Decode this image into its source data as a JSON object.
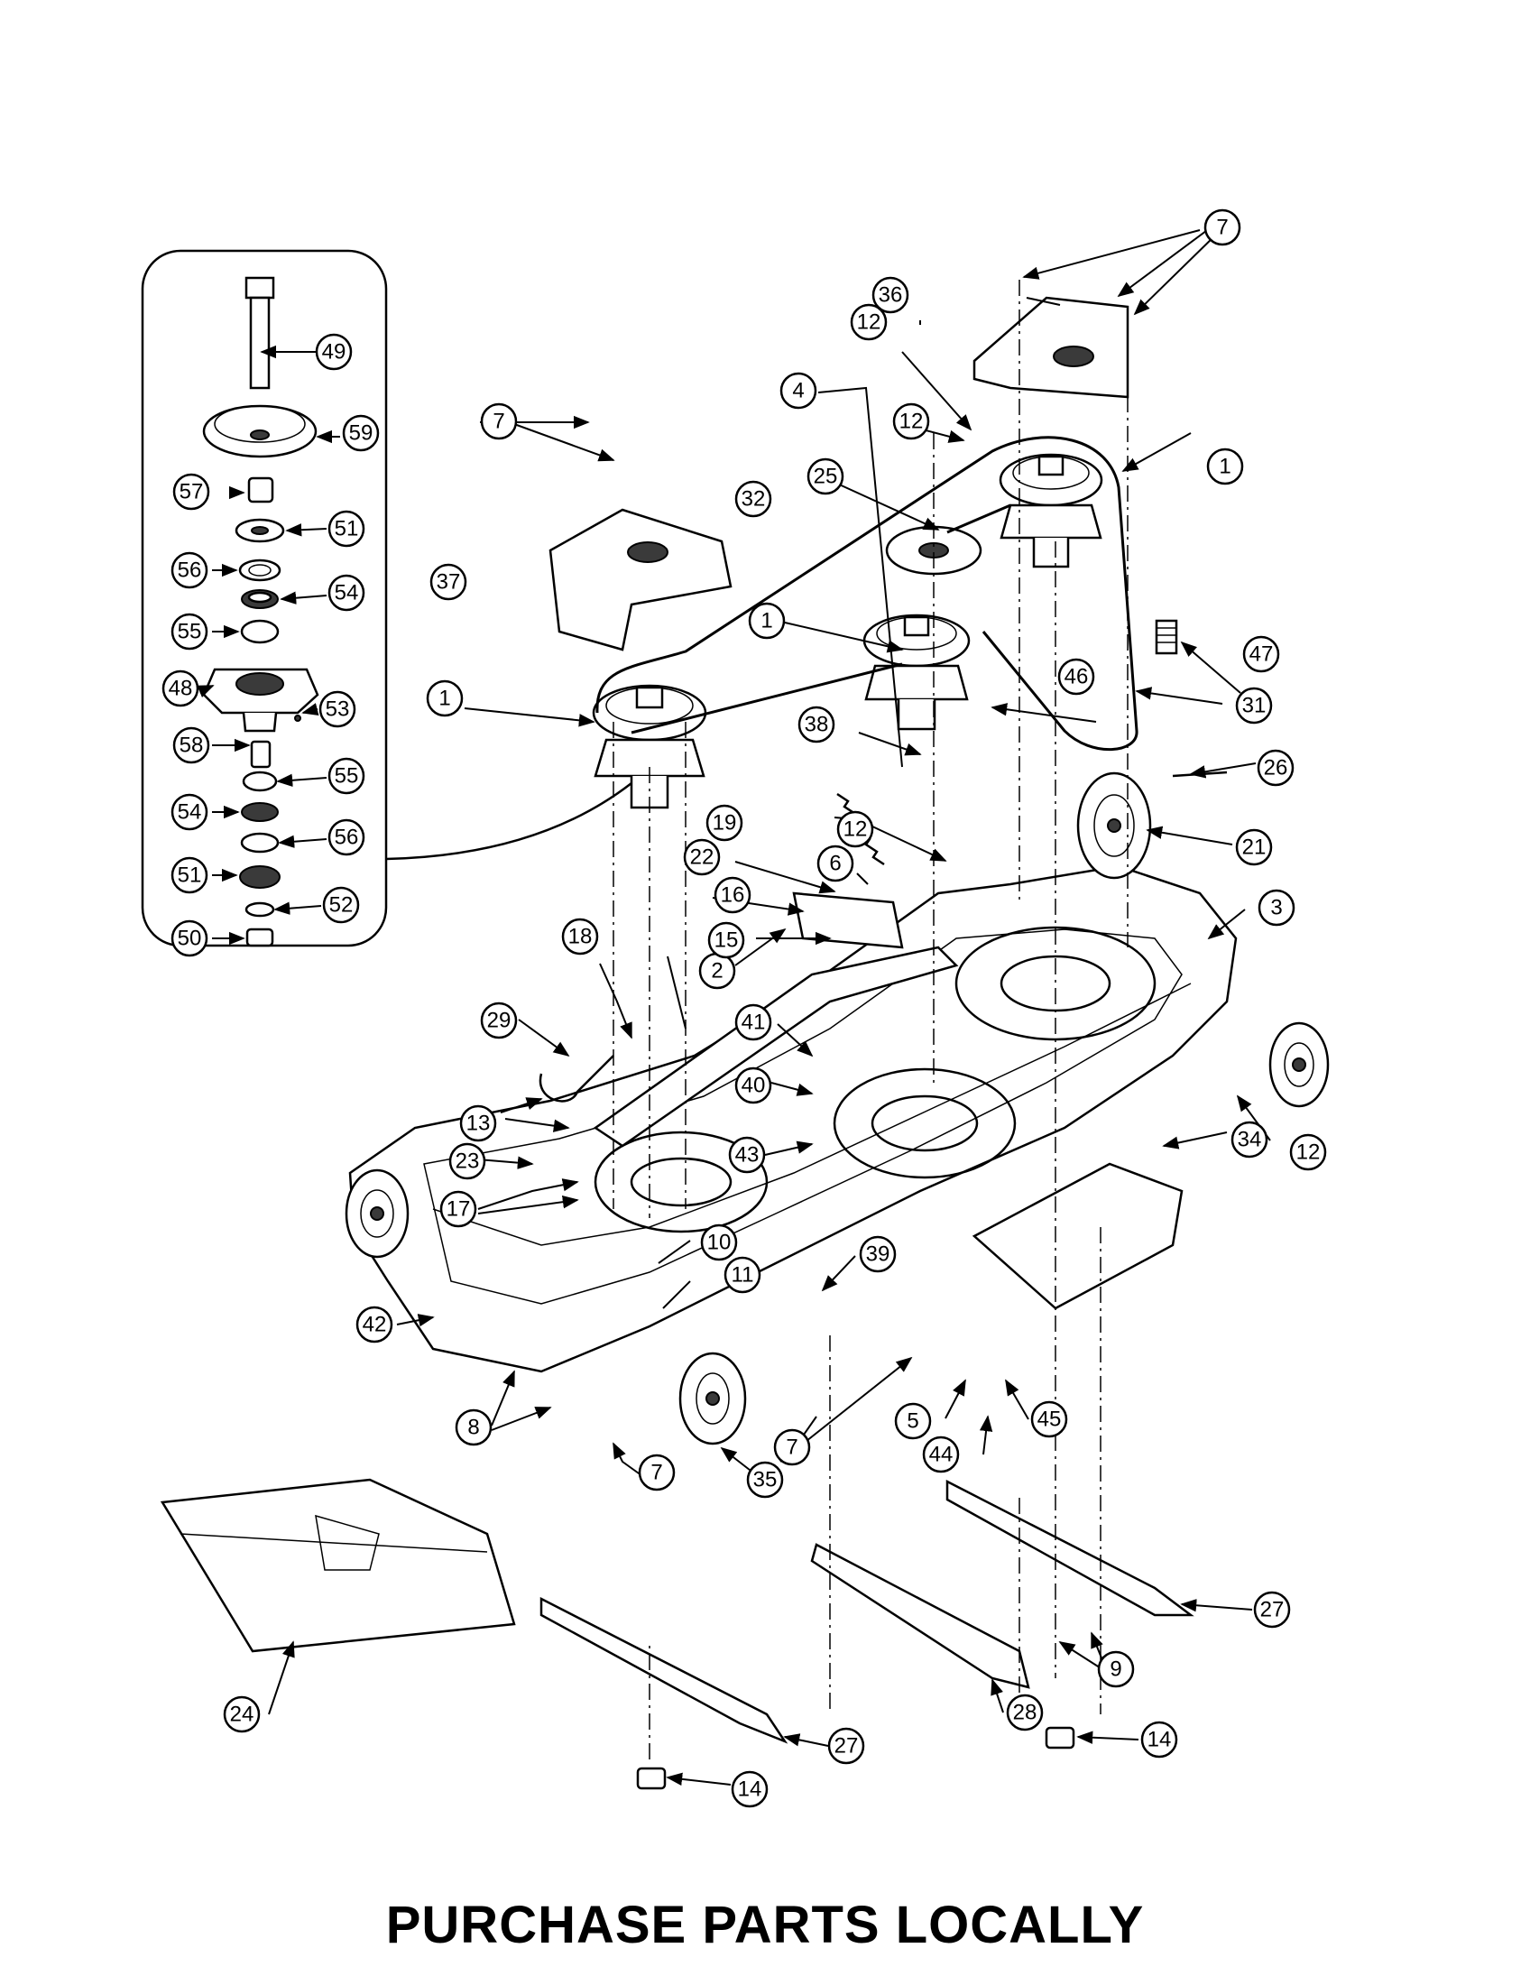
{
  "footer": {
    "text": "PURCHASE PARTS LOCALLY"
  },
  "callouts": [
    {
      "id": "c1",
      "label": "1"
    },
    {
      "id": "c2",
      "label": "1"
    },
    {
      "id": "c3",
      "label": "1"
    },
    {
      "id": "c4",
      "label": "2"
    },
    {
      "id": "c5",
      "label": "3"
    },
    {
      "id": "c6",
      "label": "4"
    },
    {
      "id": "c7",
      "label": "5"
    },
    {
      "id": "c8",
      "label": "6"
    },
    {
      "id": "c9",
      "label": "7"
    },
    {
      "id": "c10",
      "label": "7"
    },
    {
      "id": "c11",
      "label": "7"
    },
    {
      "id": "c12",
      "label": "7"
    },
    {
      "id": "c13",
      "label": "8"
    },
    {
      "id": "c14",
      "label": "9"
    },
    {
      "id": "c15",
      "label": "10"
    },
    {
      "id": "c16",
      "label": "11"
    },
    {
      "id": "c17",
      "label": "12"
    },
    {
      "id": "c18",
      "label": "12"
    },
    {
      "id": "c19",
      "label": "12"
    },
    {
      "id": "c20",
      "label": "12"
    },
    {
      "id": "c21",
      "label": "13"
    },
    {
      "id": "c22",
      "label": "14"
    },
    {
      "id": "c23",
      "label": "14"
    },
    {
      "id": "c24",
      "label": "15"
    },
    {
      "id": "c25",
      "label": "16"
    },
    {
      "id": "c26",
      "label": "17"
    },
    {
      "id": "c27",
      "label": "18"
    },
    {
      "id": "c28",
      "label": "19"
    },
    {
      "id": "c29",
      "label": "21"
    },
    {
      "id": "c30",
      "label": "22"
    },
    {
      "id": "c31",
      "label": "23"
    },
    {
      "id": "c32",
      "label": "24"
    },
    {
      "id": "c33",
      "label": "25"
    },
    {
      "id": "c34",
      "label": "26"
    },
    {
      "id": "c35",
      "label": "27"
    },
    {
      "id": "c36",
      "label": "27"
    },
    {
      "id": "c37",
      "label": "28"
    },
    {
      "id": "c38",
      "label": "29"
    },
    {
      "id": "c39",
      "label": "31"
    },
    {
      "id": "c40",
      "label": "32"
    },
    {
      "id": "c41",
      "label": "34"
    },
    {
      "id": "c42",
      "label": "35"
    },
    {
      "id": "c43",
      "label": "36"
    },
    {
      "id": "c44",
      "label": "37"
    },
    {
      "id": "c45",
      "label": "38"
    },
    {
      "id": "c46",
      "label": "39"
    },
    {
      "id": "c47",
      "label": "40"
    },
    {
      "id": "c48",
      "label": "41"
    },
    {
      "id": "c49",
      "label": "42"
    },
    {
      "id": "c50",
      "label": "43"
    },
    {
      "id": "c51",
      "label": "44"
    },
    {
      "id": "c52",
      "label": "45"
    },
    {
      "id": "c53",
      "label": "46"
    },
    {
      "id": "c54",
      "label": "47"
    },
    {
      "id": "c55",
      "label": "48"
    },
    {
      "id": "c56",
      "label": "49"
    },
    {
      "id": "c57",
      "label": "50"
    },
    {
      "id": "c58",
      "label": "51"
    },
    {
      "id": "c59",
      "label": "51"
    },
    {
      "id": "c60",
      "label": "52"
    },
    {
      "id": "c61",
      "label": "53"
    },
    {
      "id": "c62",
      "label": "54"
    },
    {
      "id": "c63",
      "label": "54"
    },
    {
      "id": "c64",
      "label": "55"
    },
    {
      "id": "c65",
      "label": "55"
    },
    {
      "id": "c66",
      "label": "56"
    },
    {
      "id": "c67",
      "label": "56"
    },
    {
      "id": "c68",
      "label": "57"
    },
    {
      "id": "c69",
      "label": "58"
    },
    {
      "id": "c70",
      "label": "59"
    }
  ]
}
